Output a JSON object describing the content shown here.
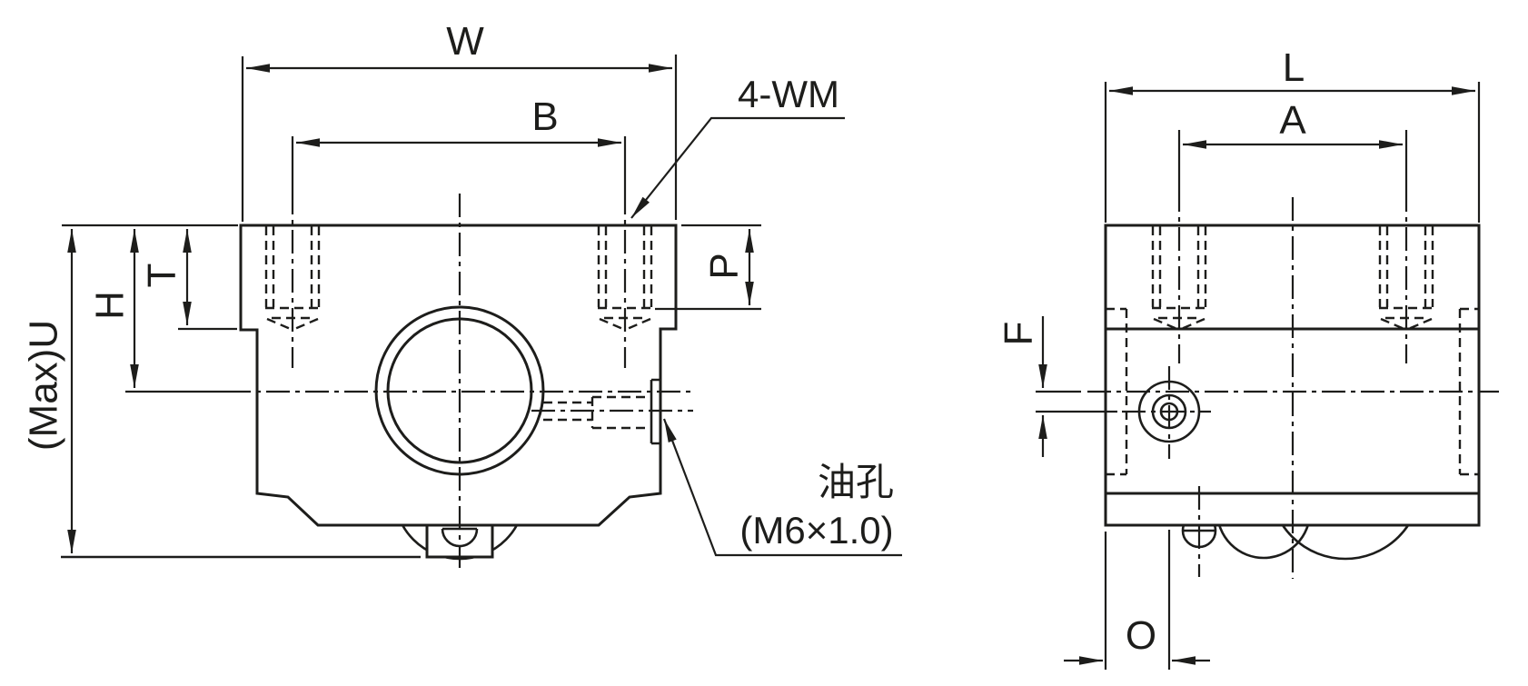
{
  "drawing": {
    "type": "technical-dimension-drawing",
    "subject": "linear bearing pillow block, two orthographic views",
    "colors": {
      "background": "#ffffff",
      "line": "#1d1d1b"
    }
  },
  "front_view": {
    "dim_width": "W",
    "dim_bolt_spacing": "B",
    "thread_callout": "4-WM",
    "dim_thread_depth": "P",
    "dim_flange_thickness": "T",
    "dim_center_height": "H",
    "dim_max_height": "(Max)U",
    "oil_hole_label": "油孔",
    "oil_hole_thread": "(M6×1.0)"
  },
  "side_view": {
    "dim_length": "L",
    "dim_bolt_spacing": "A",
    "dim_oil_vertical_offset": "F",
    "dim_oil_horizontal_offset": "O"
  }
}
